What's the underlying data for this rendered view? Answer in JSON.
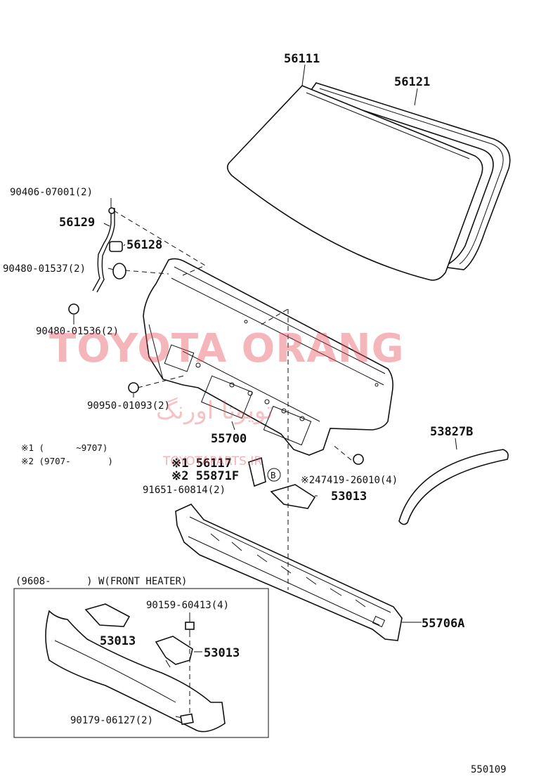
{
  "labels": {
    "windshield_glass": "56111",
    "weatherstrip": "56121",
    "screw_top": "90406-07001(2)",
    "bracket_rod": "56129",
    "clip_56128": "56128",
    "clip_90480_01537": "90480-01537(2)",
    "clip_90480_01536": "90480-01536(2)",
    "clip_90950": "90950-01093(2)",
    "cowl_panel": "55700",
    "note_1": "※1 (      ~9707)",
    "note_2": "※2 (9707-       )",
    "part_56117": "※1 56117",
    "part_55871f": "※2 55871F",
    "part_91651": "91651-60814(2)",
    "marker_b": "B",
    "part_47419": "※247419-26010(4)",
    "moulding": "53827B",
    "seal_53013": "53013",
    "louver_55706a": "55706A",
    "heater_title": "(9608-      ) W(FRONT HEATER)",
    "bolt_90159": "90159-60413(4)",
    "inset_53013_a": "53013",
    "inset_53013_b": "53013",
    "clip_90179": "90179-06127(2)",
    "diagram_code": "550109"
  },
  "watermark": {
    "main": "TOYOTA ORANG",
    "sub": "TOYOTAPARTS.IR",
    "arabic": "تویوتا اورنگ",
    "color": "#e6535f"
  }
}
